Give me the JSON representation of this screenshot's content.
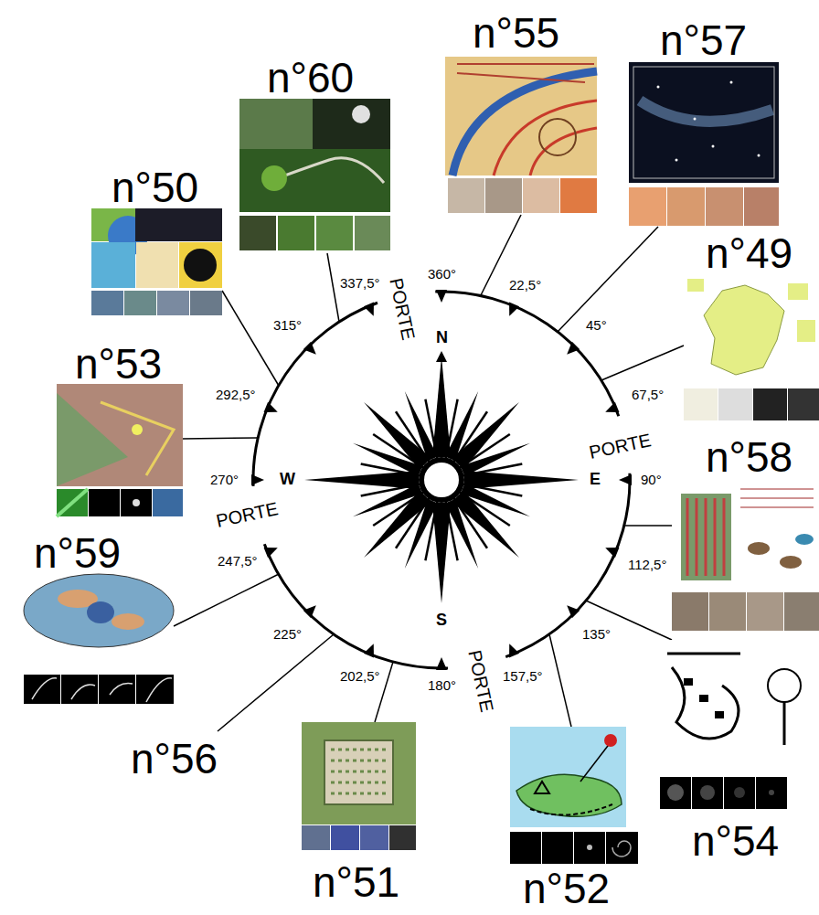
{
  "diagram": {
    "nodes": [
      {
        "text": [
          "n°55"
        ]
      },
      {
        "text": [
          "n°57"
        ]
      },
      {
        "text": [
          "n°60"
        ]
      },
      {
        "text": [
          "n°50"
        ]
      },
      {
        "text": [
          "n°49"
        ]
      },
      {
        "text": [
          "n°53"
        ]
      },
      {
        "text": [
          "n°58"
        ]
      },
      {
        "text": [
          "n°59"
        ]
      },
      {
        "text": [
          "n°54"
        ]
      },
      {
        "text": [
          "n°51"
        ]
      },
      {
        "text": [
          "n°52"
        ]
      }
    ],
    "labels": [
      "360°",
      "22,5°",
      "45°",
      "67,5°",
      "90°",
      "112,5°",
      "135°",
      "157,5°",
      "180°",
      "202,5°",
      "225°",
      "247,5°",
      "270°",
      "292,5°",
      "315°",
      "337,5°",
      "N",
      "E",
      "S",
      "W",
      "PORTE",
      "PORTE",
      "PORTE",
      "PORTE",
      "n°56"
    ]
  }
}
